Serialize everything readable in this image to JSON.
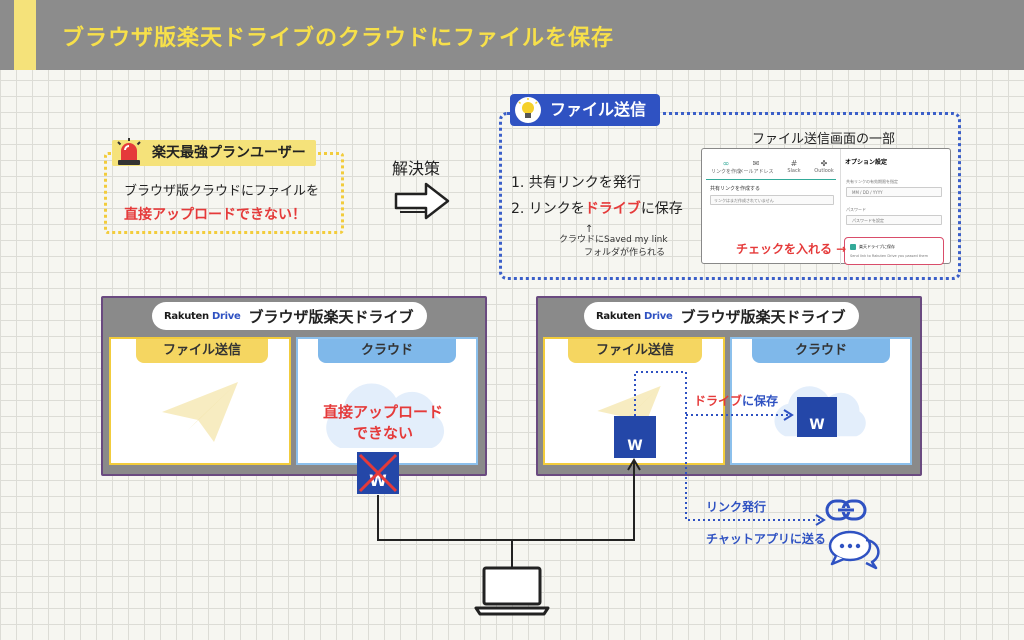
{
  "header": {
    "title": "ブラウザ版楽天ドライブのクラウドにファイルを保存"
  },
  "problem": {
    "tag": "楽天最強プランユーザー",
    "line1": "ブラウザ版クラウドにファイルを",
    "line2": "直接アップロードできない！"
  },
  "solution_label": "解決策",
  "solution": {
    "tag": "ファイル送信",
    "step1": "1. 共有リンクを発行",
    "step2_prefix": "2. リンクを",
    "step2_highlight": "ドライブ",
    "step2_suffix": "に保存",
    "arrow": "↑",
    "note1": "クラウドにSaved my link",
    "note2": "フォルダが作られる",
    "screen_title": "ファイル送信画面の一部",
    "check_label": "チェックを入れる →",
    "mock": {
      "tabs": [
        "リンクを作成",
        "メールアドレス",
        "Slack",
        "Outlook"
      ],
      "link_label": "共有リンクを作成する",
      "link_placeholder": "リンクはまだ作成されていません",
      "options_title": "オプション設定",
      "expiry_label": "共有リンクの有効期限を指定",
      "expiry_placeholder": "MM / DD / YYYY",
      "password_label": "パスワード",
      "password_placeholder": "パスワードを設定",
      "checkbox_label": "楽天ドライブに保存",
      "checkbox_sub": "Send link to Rakuten Drive you passed them"
    }
  },
  "left_panel": {
    "logo_prefix": "Rakuten ",
    "logo_suffix": "Drive",
    "title": "ブラウザ版楽天ドライブ",
    "tab_send": "ファイル送信",
    "tab_cloud": "クラウド",
    "cannot_line1": "直接アップロード",
    "cannot_line2": "できない",
    "word_letter": "W"
  },
  "right_panel": {
    "logo_prefix": "Rakuten ",
    "logo_suffix": "Drive",
    "title": "ブラウザ版楽天ドライブ",
    "tab_send": "ファイル送信",
    "tab_cloud": "クラウド",
    "save_prefix": "ドライブ",
    "save_suffix": "に保存",
    "word_letter": "W"
  },
  "link_issue": "リンク発行",
  "chat_send": "チャットアプリに送る",
  "colors": {
    "header_bg": "#8c8c8c",
    "title_yellow": "#f7e04a",
    "accent_blue": "#2f52c2",
    "accent_red": "#e53a3a",
    "tab_yellow": "#f5d661",
    "tab_blue": "#7fb8ea"
  },
  "icons": [
    "siren-icon",
    "bulb-icon",
    "paper-plane-icon",
    "cloud-icon",
    "word-file-icon",
    "link-icon",
    "chat-icon",
    "laptop-icon",
    "arrow-right-icon"
  ]
}
